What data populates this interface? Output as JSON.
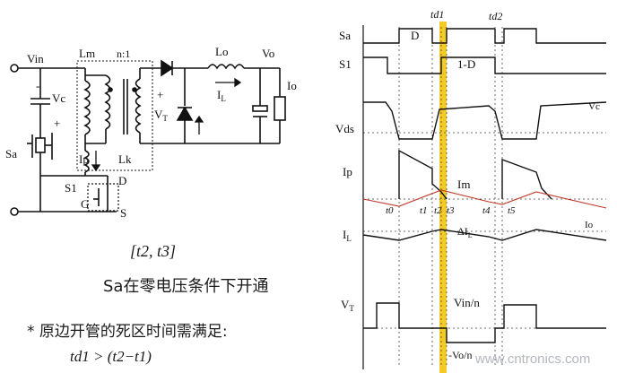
{
  "circuit": {
    "labels": {
      "vin": "Vin",
      "lm": "Lm",
      "ratio": "n:1",
      "lo": "Lo",
      "vo": "Vo",
      "vc": "Vc",
      "vt": "V",
      "vt_sub": "T",
      "il": "I",
      "il_sub": "L",
      "io": "Io",
      "sa": "Sa",
      "ip": "Ip",
      "lk": "Lk",
      "d": "D",
      "s1": "S1",
      "g": "G",
      "s": "S",
      "minus": "-",
      "plus": "+"
    }
  },
  "caption": {
    "interval": "[t2, t3]",
    "zvs_line": "Sa在零电压条件下开通",
    "deadtime_line": "* 原边开管的死区时间需满足:",
    "formula": "td1 > (t2−t1)"
  },
  "waveforms": {
    "rows": {
      "sa": "Sa",
      "s1": "S1",
      "vds": "Vds",
      "ip": "Ip",
      "il": "I",
      "il_sub": "L",
      "vt": "V",
      "vt_sub": "T"
    },
    "annotations": {
      "td1": "td1",
      "td2": "td2",
      "d": "D",
      "one_minus_d": "1-D",
      "im": "Im",
      "vin_n": "Vin/n",
      "neg_vo_n": "-Vo/n",
      "vc": "Vc",
      "io": "Io",
      "delta_il": "ΔI",
      "delta_il_sub": "L",
      "t0": "t0",
      "t1": "t1",
      "t2": "t2",
      "t3": "t3",
      "t4": "t4",
      "t5": "t5"
    },
    "colors": {
      "highlight": "#f2c200",
      "magnetizing_current": "#c0392b",
      "trace": "#111111"
    }
  },
  "watermark": "www.cntronics.com"
}
